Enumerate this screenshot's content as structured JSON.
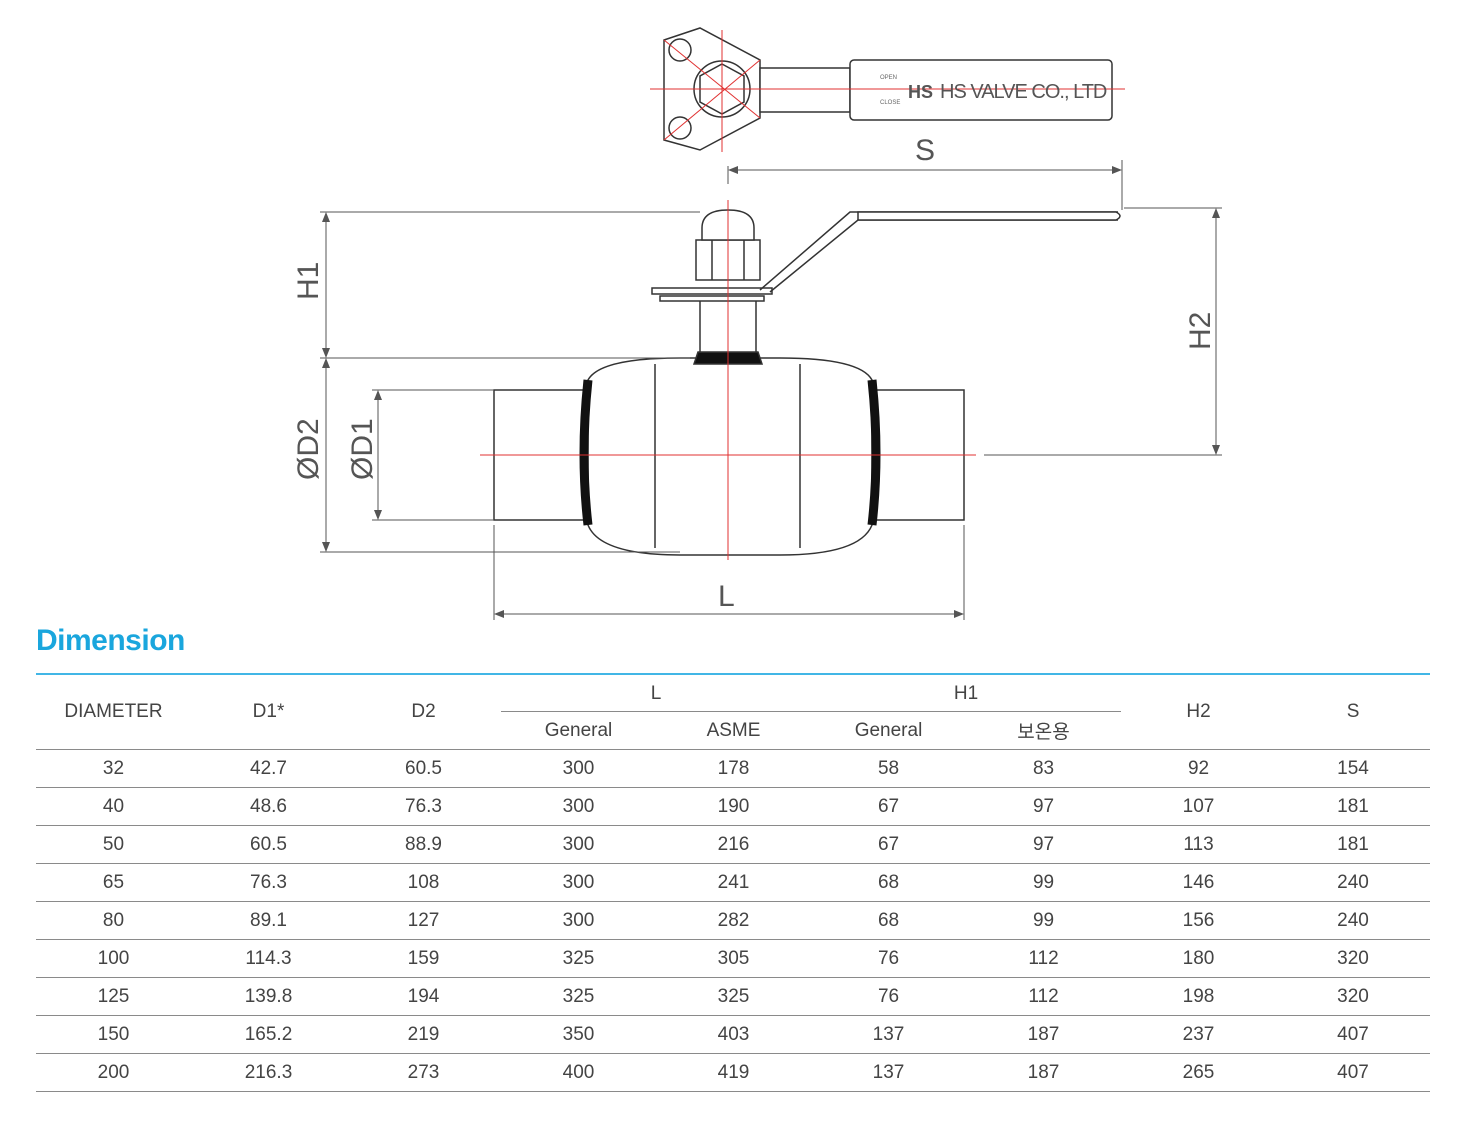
{
  "drawing": {
    "brand_text": "HS VALVE CO., LTD",
    "brand_logo": "HS",
    "handle_open": "OPEN",
    "handle_close": "CLOSE",
    "labels": {
      "S": "S",
      "H1": "H1",
      "H2": "H2",
      "D2": "ØD2",
      "D1": "ØD1",
      "L": "L"
    }
  },
  "section_title": "Dimension",
  "accent_color": "#1aa6dd",
  "table": {
    "headers": {
      "diameter": "DIAMETER",
      "d1": "D1*",
      "d2": "D2",
      "l": "L",
      "l_general": "General",
      "l_asme": "ASME",
      "h1": "H1",
      "h1_general": "General",
      "h1_insulated": "보온용",
      "h2": "H2",
      "s": "S"
    },
    "rows": [
      [
        "32",
        "42.7",
        "60.5",
        "300",
        "178",
        "58",
        "83",
        "92",
        "154"
      ],
      [
        "40",
        "48.6",
        "76.3",
        "300",
        "190",
        "67",
        "97",
        "107",
        "181"
      ],
      [
        "50",
        "60.5",
        "88.9",
        "300",
        "216",
        "67",
        "97",
        "113",
        "181"
      ],
      [
        "65",
        "76.3",
        "108",
        "300",
        "241",
        "68",
        "99",
        "146",
        "240"
      ],
      [
        "80",
        "89.1",
        "127",
        "300",
        "282",
        "68",
        "99",
        "156",
        "240"
      ],
      [
        "100",
        "114.3",
        "159",
        "325",
        "305",
        "76",
        "112",
        "180",
        "320"
      ],
      [
        "125",
        "139.8",
        "194",
        "325",
        "325",
        "76",
        "112",
        "198",
        "320"
      ],
      [
        "150",
        "165.2",
        "219",
        "350",
        "403",
        "137",
        "187",
        "237",
        "407"
      ],
      [
        "200",
        "216.3",
        "273",
        "400",
        "419",
        "137",
        "187",
        "265",
        "407"
      ]
    ]
  }
}
